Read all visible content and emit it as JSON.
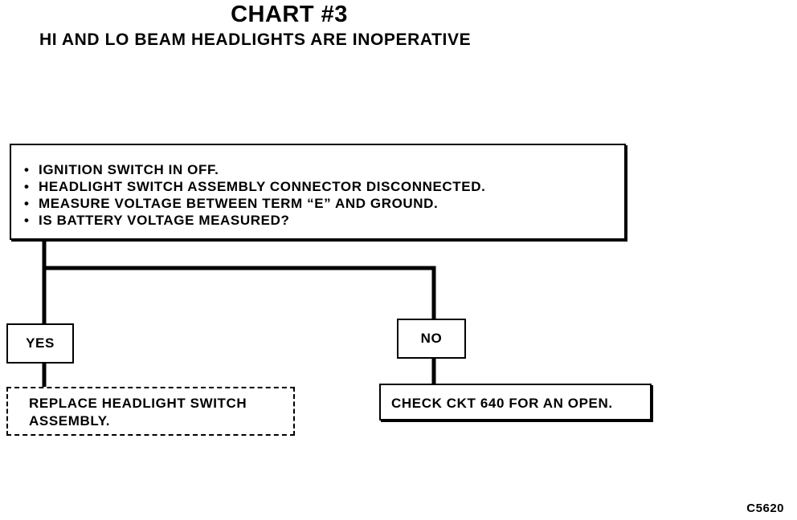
{
  "title": "CHART #3",
  "subtitle": "HI AND LO BEAM HEADLIGHTS ARE INOPERATIVE",
  "main_box": {
    "steps": [
      "IGNITION SWITCH IN OFF.",
      "HEADLIGHT SWITCH ASSEMBLY CONNECTOR DISCONNECTED.",
      "MEASURE VOLTAGE BETWEEN TERM “E” AND GROUND.",
      "IS BATTERY VOLTAGE MEASURED?"
    ],
    "bullet": "•"
  },
  "branches": {
    "yes_label": "YES",
    "no_label": "NO"
  },
  "results": {
    "yes_line1": "REPLACE HEADLIGHT SWITCH",
    "yes_line2": "ASSEMBLY.",
    "no": "CHECK CKT 640 FOR AN OPEN."
  },
  "figure_code": "C5620"
}
